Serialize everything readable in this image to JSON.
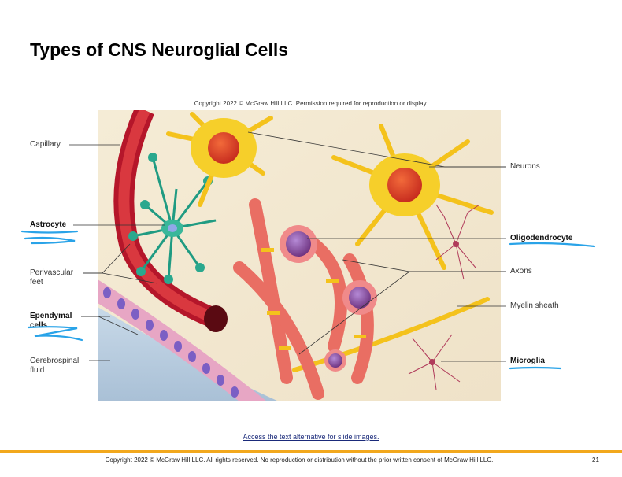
{
  "slide": {
    "title": "Types of CNS Neuroglial Cells",
    "figure_copyright": "Copyright 2022 © McGraw Hill LLC. Permission required for reproduction or display.",
    "access_link": "Access the text alternative for slide images.",
    "footer": "Copyright 2022 © McGraw Hill LLC. All rights reserved. No reproduction or distribution without the prior written consent of McGraw Hill LLC.",
    "page_number": "21"
  },
  "labels": {
    "capillary": "Capillary",
    "astrocyte": "Astrocyte",
    "perivascular_1": "Perivascular",
    "perivascular_2": "feet",
    "ependymal_1": "Ependymal",
    "ependymal_2": "cells",
    "csf_1": "Cerebrospinal",
    "csf_2": "fluid",
    "neurons": "Neurons",
    "oligodendrocyte": "Oligodendrocyte",
    "axons": "Axons",
    "myelin": "Myelin sheath",
    "microglia": "Microglia"
  },
  "colors": {
    "accent_bar": "#f2a81d",
    "annotation_ink": "#29a3e8"
  }
}
